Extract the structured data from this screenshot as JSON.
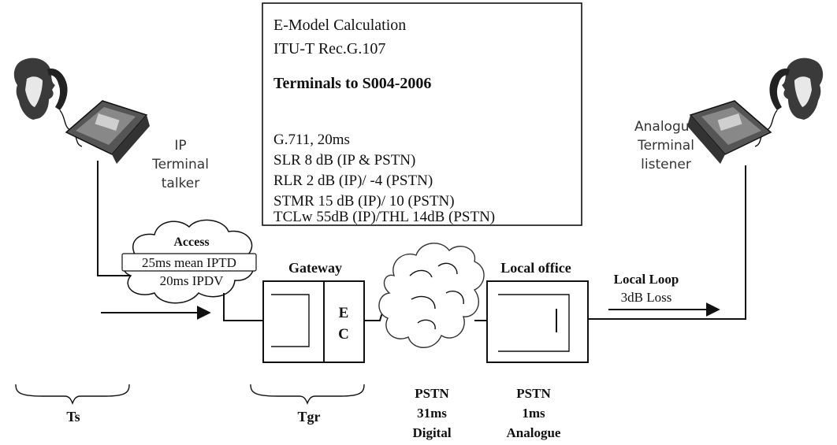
{
  "info_box": {
    "title_line1": "E-Model Calculation",
    "title_line2": "ITU-T Rec.G.107",
    "heading": "Terminals to S004-2006",
    "params": [
      "G.711, 20ms",
      "SLR 8 dB (IP & PSTN)",
      "RLR 2 dB (IP)/ -4 (PSTN)",
      "STMR 15 dB (IP)/ 10 (PSTN)",
      "TCLw 55dB (IP)/THL 14dB (PSTN)"
    ]
  },
  "ip_terminal": {
    "line1": "IP",
    "line2": "Terminal",
    "line3": "talker"
  },
  "analogue_terminal": {
    "line1": "Analogue",
    "line2": "Terminal",
    "line3": "listener"
  },
  "access": {
    "title": "Access",
    "line1": "25ms mean IPTD",
    "line2": "20ms IPDV"
  },
  "gateway": {
    "title": "Gateway",
    "ec_line1": "E",
    "ec_line2": "C"
  },
  "local_office": {
    "title": "Local office"
  },
  "local_loop": {
    "title": "Local Loop",
    "loss": "3dB Loss"
  },
  "segments": {
    "ts": "Ts",
    "tgr": "Tgr",
    "pstn_digital": {
      "line1": "PSTN",
      "line2": "31ms",
      "line3": "Digital"
    },
    "pstn_analogue": {
      "line1": "PSTN",
      "line2": "1ms",
      "line3": "Analogue"
    }
  }
}
